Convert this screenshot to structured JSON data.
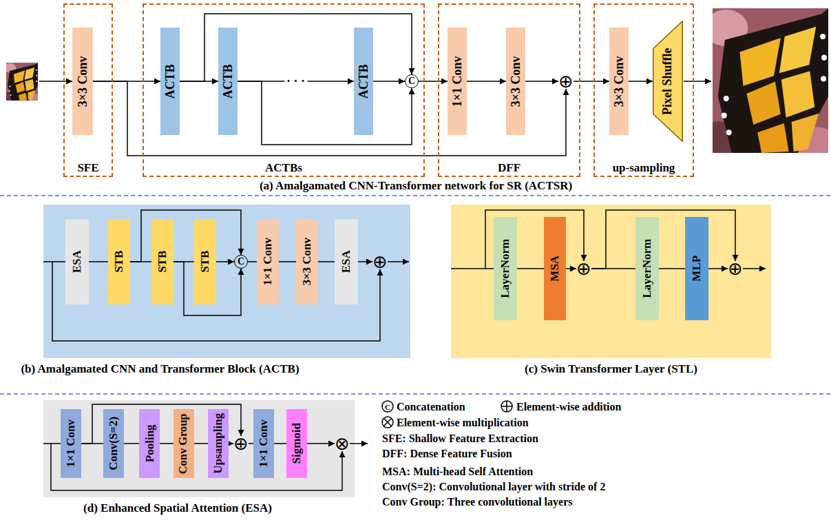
{
  "diagram": {
    "nodes": [
      {
        "text": [
          "SFE"
        ]
      },
      {
        "text": [
          "3×3 Conv"
        ],
        "in": 0
      },
      {
        "text": [
          "ACTBs"
        ]
      },
      {
        "text": [
          "ACTB"
        ],
        "in": 2
      },
      {
        "text": [
          "ACTB"
        ],
        "in": 2
      },
      {
        "text": [
          "ACTB"
        ],
        "in": 2
      },
      {
        "text": [
          "C"
        ],
        "in": 2
      },
      {
        "text": [
          "DFF"
        ]
      },
      {
        "text": [
          "1×1 Conv"
        ],
        "in": 7
      },
      {
        "text": [
          "3×3 Conv"
        ],
        "in": 7
      },
      {
        "text": [
          "⊕"
        ],
        "in": 7
      },
      {
        "text": [
          "up-sampling"
        ]
      },
      {
        "text": [
          "3×3 Conv"
        ],
        "in": 11
      },
      {
        "text": [
          "Pixel Shuffle"
        ],
        "in": 11
      },
      {
        "text": [
          "(b) Amalgamated CNN and Transformer Block (ACTB)"
        ]
      },
      {
        "text": [
          "ESA"
        ],
        "in": 14
      },
      {
        "text": [
          "STB"
        ],
        "in": 14
      },
      {
        "text": [
          "STB"
        ],
        "in": 14
      },
      {
        "text": [
          "STB"
        ],
        "in": 14
      },
      {
        "text": [
          "C"
        ],
        "in": 14
      },
      {
        "text": [
          "1×1 Conv"
        ],
        "in": 14
      },
      {
        "text": [
          "3×3 Conv"
        ],
        "in": 14
      },
      {
        "text": [
          "ESA"
        ],
        "in": 14
      },
      {
        "text": [
          "⊕"
        ],
        "in": 14
      },
      {
        "text": [
          "(c) Swin Transformer Layer (STL)"
        ]
      },
      {
        "text": [
          "LayerNorm"
        ],
        "in": 24
      },
      {
        "text": [
          "MSA"
        ],
        "in": 24
      },
      {
        "text": [
          "⊕"
        ],
        "in": 24
      },
      {
        "text": [
          "LayerNorm"
        ],
        "in": 24
      },
      {
        "text": [
          "MLP"
        ],
        "in": 24
      },
      {
        "text": [
          "⊕"
        ],
        "in": 24
      },
      {
        "text": [
          "(d) Enhanced Spatial Attention (ESA)"
        ]
      },
      {
        "text": [
          "1×1 Conv"
        ],
        "in": 31
      },
      {
        "text": [
          "Conv(S=2)"
        ],
        "in": 31
      },
      {
        "text": [
          "Pooling"
        ],
        "in": 31
      },
      {
        "text": [
          "Conv Group"
        ],
        "in": 31
      },
      {
        "text": [
          "Upsampling"
        ],
        "in": 31
      },
      {
        "text": [
          "⊕"
        ],
        "in": 31
      },
      {
        "text": [
          "1×1 Conv"
        ],
        "in": 31
      },
      {
        "text": [
          "Sigmoid"
        ],
        "in": 31
      },
      {
        "text": [
          "⊗"
        ],
        "in": 31
      }
    ],
    "edges": [
      {
        "from": 1,
        "to": 3,
        "arrow": "to"
      },
      {
        "from": 3,
        "to": 4,
        "arrow": "to"
      },
      {
        "from": 4,
        "to": 5,
        "arrow": "to",
        "label": "· · ·"
      },
      {
        "from": 5,
        "to": 6,
        "arrow": "to"
      },
      {
        "from": 3,
        "to": 6,
        "arrow": "to"
      },
      {
        "from": 4,
        "to": 6,
        "arrow": "to"
      },
      {
        "from": 6,
        "to": 8,
        "arrow": "to"
      },
      {
        "from": 8,
        "to": 9,
        "arrow": "to"
      },
      {
        "from": 9,
        "to": 10,
        "arrow": "to"
      },
      {
        "from": 1,
        "to": 10,
        "arrow": "to"
      },
      {
        "from": 10,
        "to": 12,
        "arrow": "to"
      },
      {
        "from": 12,
        "to": 13,
        "arrow": "to"
      },
      {
        "from": 15,
        "to": 16,
        "arrow": "none"
      },
      {
        "from": 16,
        "to": 17,
        "arrow": "none"
      },
      {
        "from": 17,
        "to": 18,
        "arrow": "none"
      },
      {
        "from": 18,
        "to": 19,
        "arrow": "to"
      },
      {
        "from": 16,
        "to": 19,
        "arrow": "to"
      },
      {
        "from": 17,
        "to": 19,
        "arrow": "to"
      },
      {
        "from": 19,
        "to": 20,
        "arrow": "none"
      },
      {
        "from": 20,
        "to": 21,
        "arrow": "none"
      },
      {
        "from": 21,
        "to": 22,
        "arrow": "none"
      },
      {
        "from": 22,
        "to": 23,
        "arrow": "to"
      },
      {
        "from": 25,
        "to": 26,
        "arrow": "none"
      },
      {
        "from": 26,
        "to": 27,
        "arrow": "to"
      },
      {
        "from": 27,
        "to": 28,
        "arrow": "none"
      },
      {
        "from": 28,
        "to": 29,
        "arrow": "none"
      },
      {
        "from": 29,
        "to": 30,
        "arrow": "to"
      },
      {
        "from": 27,
        "to": 30,
        "arrow": "to"
      },
      {
        "from": 32,
        "to": 33,
        "arrow": "none"
      },
      {
        "from": 33,
        "to": 34,
        "arrow": "none"
      },
      {
        "from": 34,
        "to": 35,
        "arrow": "none"
      },
      {
        "from": 35,
        "to": 36,
        "arrow": "none"
      },
      {
        "from": 36,
        "to": 37,
        "arrow": "to"
      },
      {
        "from": 32,
        "to": 37,
        "arrow": "to"
      },
      {
        "from": 37,
        "to": 38,
        "arrow": "none"
      },
      {
        "from": 38,
        "to": 39,
        "arrow": "none"
      },
      {
        "from": 39,
        "to": 40,
        "arrow": "to"
      }
    ],
    "labels": [
      "(a) Amalgamated CNN-Transformer network for SR (ACTSR)",
      "C",
      "SFE: Shallow Feature Extraction",
      "DFF: Dense Feature Fusion",
      "MSA: Multi-head Self Attention",
      "Conv(S=2): Convolutional layer with stride of 2",
      "Conv Group: Three convolutional layers"
    ],
    "legend": [
      {
        "text": "Concatenation"
      },
      {
        "text": "Element-wise addition"
      },
      {
        "text": "Element-wise multiplication"
      }
    ]
  }
}
